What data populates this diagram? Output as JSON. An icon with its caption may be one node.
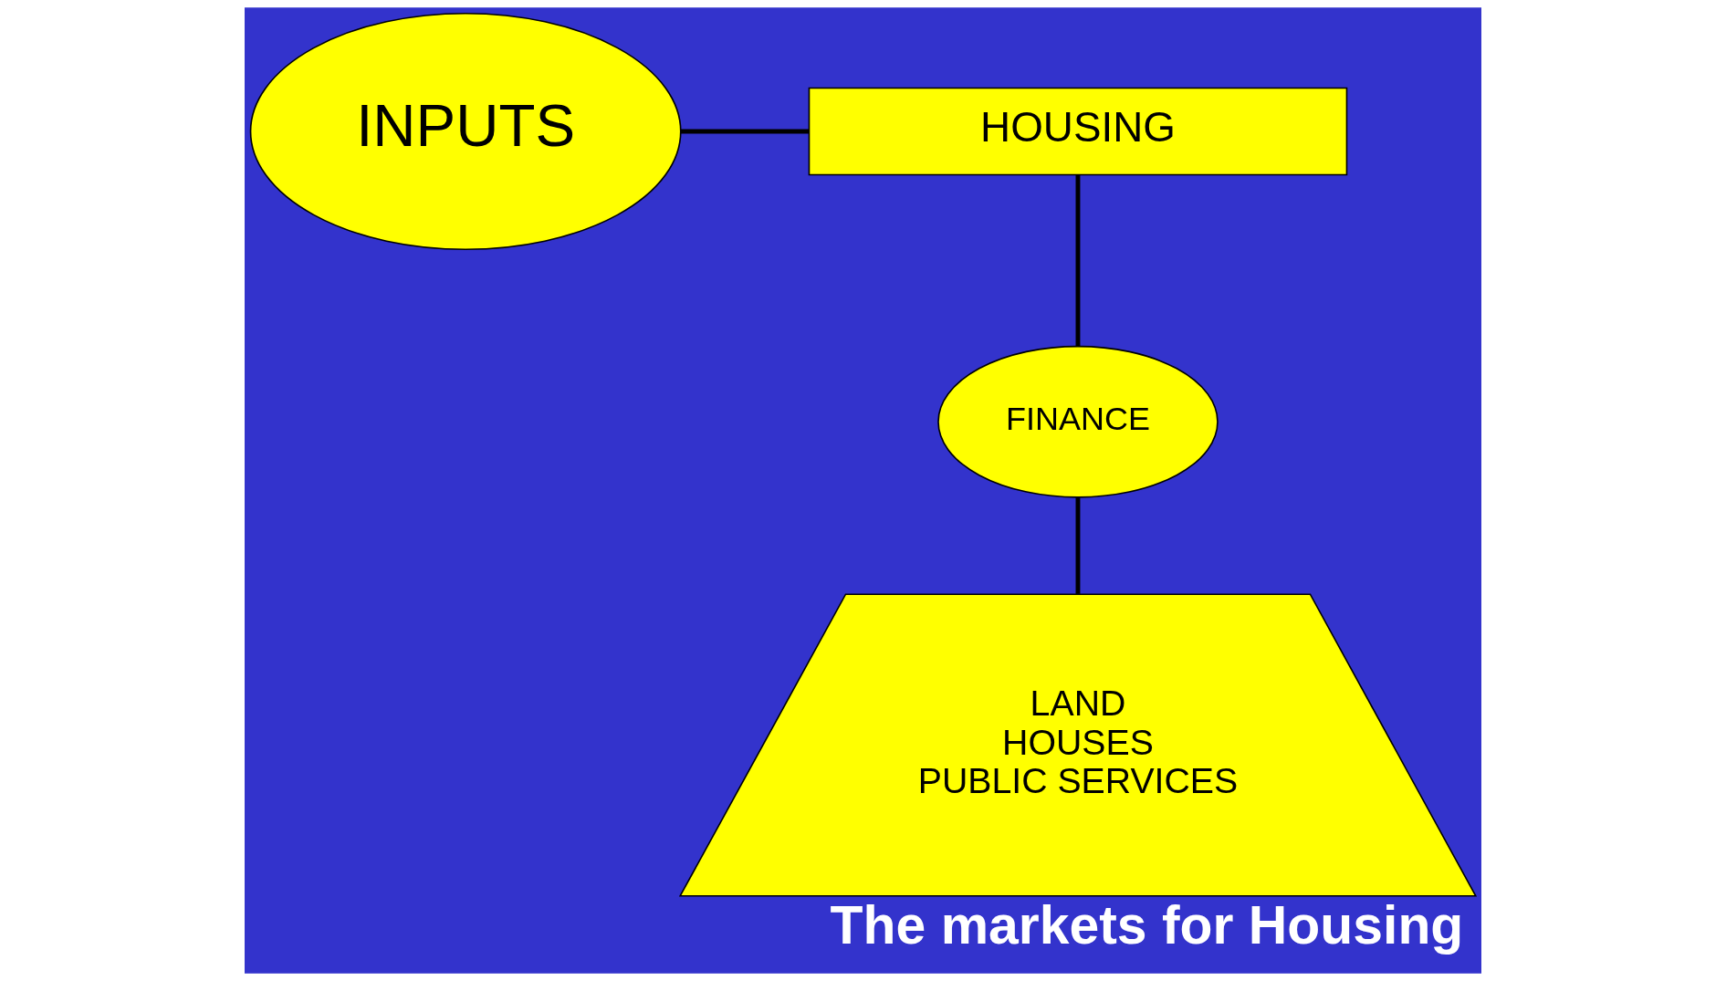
{
  "diagram": {
    "caption": "The markets for Housing",
    "nodes": [
      {
        "text": [
          "INPUTS"
        ]
      },
      {
        "text": [
          "LAND",
          "HOUSES",
          "PUBLIC SERVICES"
        ]
      },
      {
        "text": [
          "HOUSING"
        ]
      },
      {
        "text": [
          "FINANCE"
        ]
      }
    ],
    "edges": [
      {
        "from": 0,
        "to": 2,
        "arrow": "none"
      },
      {
        "from": 2,
        "to": 3,
        "arrow": "none"
      },
      {
        "from": 3,
        "to": 1,
        "arrow": "none"
      }
    ]
  }
}
